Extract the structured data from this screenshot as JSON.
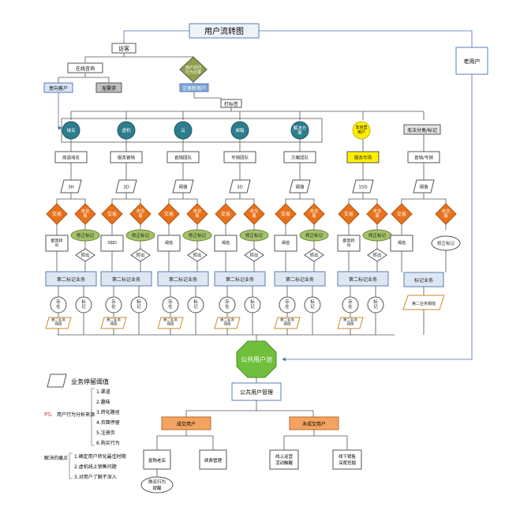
{
  "title": "用户流转图",
  "visit": "访客",
  "online": "在线咨询",
  "behavior_record": "用户访问\n行为记录",
  "repeat_user": "老用户",
  "potential_customer": "意向客户",
  "no_need": "无需求",
  "register_user": "注册新用户",
  "tag": "打标签",
  "category_nodes": [
    "域名",
    "虚机",
    "云",
    "邮箱",
    "解决方\n案"
  ],
  "non_target_node": "非自营\n用户",
  "no_category": "无法分类/标记",
  "teams": [
    "商遗域名",
    "服务管销",
    "直销团队",
    "专销团队",
    "方案团队"
  ],
  "service_market": "服务市场",
  "direct_special": "直销/专销",
  "thresholds": [
    "3H",
    "3D",
    "阈值",
    "3D",
    "阈值",
    "15D",
    "阈值"
  ],
  "deal": "交易",
  "no_deal": "未交\n易",
  "fix_mark": "修正标记",
  "transfer_out": "转出",
  "step_box": [
    "都我转\n出",
    "3如D",
    "阈值",
    "阈值",
    "阈值",
    "都我转\n出",
    "阈值"
  ],
  "second_mark_business": "第二标记业务",
  "mark_business": "标记业务",
  "exist": "存\n在",
  "mark": "标\n记",
  "second_threshold": "第二业务\n阈值",
  "public_pool": "公共用户池",
  "public_manage": "公共用户管理",
  "deal_users": "成交用户",
  "undeal_users": "未成交用户",
  "repurchase": "复购老店",
  "renewal": "续费管理",
  "online_ops": "线上运营\n活动触醒",
  "offline_deep": "线下销售\n深度挖掘",
  "buy_behavior": "购买行为\n提醒",
  "legend_label": "业务停留阈值",
  "ps": "PS:",
  "ps_text": "用户行为分析来源",
  "sources": [
    "1.渠道",
    "2.趣味",
    "3.转化路径",
    "4.页面停留",
    "5.注册页",
    "6.购买行为"
  ],
  "pain_title": "解决的痛点",
  "pains": [
    "1.确定用户转化最佳时期",
    "2.虚机线上销售问题",
    "3.对用户了解不深入"
  ],
  "colors": {
    "teal": "#2e7d8c",
    "orange": "#e8721c",
    "green_ellipse": "#a3c26a",
    "box_blue": "#dde6f2",
    "box_border": "#5b7db3",
    "yellow": "#ffee00",
    "octagon": "#6fbf3c",
    "orange_box": "#f4a460",
    "gray_box": "#bfbfbf",
    "blue_box": "#d6e4f5"
  }
}
